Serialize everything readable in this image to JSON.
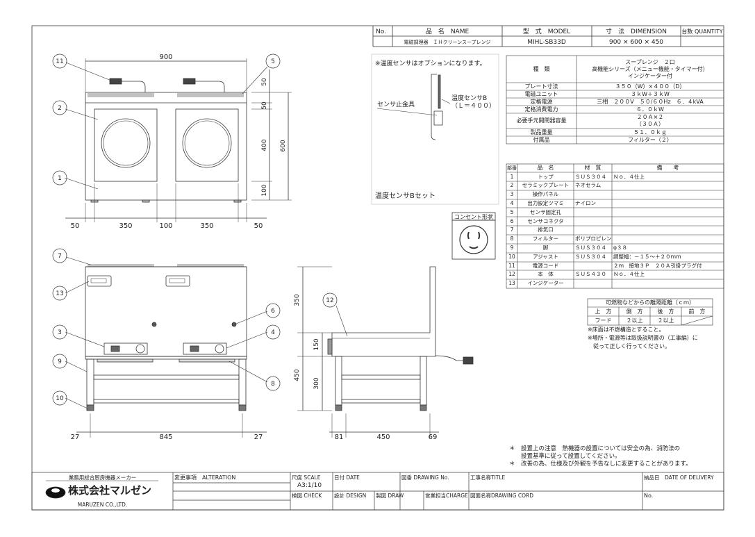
{
  "header": {
    "no_label": "No.",
    "name_label": "品　名　NAME",
    "name_value": "電磁調理器　ＩＨクリーンスープレンジ",
    "model_label": "型　式　MODEL",
    "model_value": "MIHL-SB33D",
    "dimension_label": "寸　法　DIMENSION",
    "dimension_value": "900 × 600 × 450",
    "quantity_label": "台数 QUANTITY"
  },
  "notes": {
    "sensor_option": "※温度センサはオプションになります。",
    "sensor_bracket": "センサ止金具",
    "sensor_b": "温度センサB",
    "sensor_b_length": "（Ｌ＝４００）",
    "sensor_set": "温度センサBセット",
    "outlet_shape": "コンセント形状"
  },
  "specs": [
    {
      "label": "種　類",
      "value": "スープレンジ　２口\n高機能シリーズ（メニュー機能・タイマー付）\nインジケーター付"
    },
    {
      "label": "プレート寸法",
      "value": "３５０（W）×４００（D）"
    },
    {
      "label": "電磁ユニット",
      "value": "３ｋW＋３ｋW"
    },
    {
      "label": "定格電源",
      "value": "三相　２００V　５０/６０Hz　６．４kVA"
    },
    {
      "label": "定格消費電力",
      "value": "６．０ｋW"
    },
    {
      "label": "必要手元開閉器容量",
      "value": "２０Ａ×２\n（３０Ａ）"
    },
    {
      "label": "製品重量",
      "value": "５１．０ｋｇ"
    },
    {
      "label": "付属品",
      "value": "フィルター（２）"
    }
  ],
  "parts_header": {
    "no": "部番",
    "name": "品　名",
    "material": "材　質",
    "remarks": "備　　考"
  },
  "parts": [
    {
      "no": "1",
      "name": "トップ",
      "material": "ＳＵＳ３０４",
      "remarks": "Ｎｏ．４仕上"
    },
    {
      "no": "2",
      "name": "セラミックプレート",
      "material": "ネオセラム",
      "remarks": ""
    },
    {
      "no": "3",
      "name": "操作パネル",
      "material": "",
      "remarks": ""
    },
    {
      "no": "4",
      "name": "出力設定ツマミ",
      "material": "ナイロン",
      "remarks": ""
    },
    {
      "no": "5",
      "name": "センサ固定孔",
      "material": "",
      "remarks": ""
    },
    {
      "no": "6",
      "name": "センサコネクタ",
      "material": "",
      "remarks": ""
    },
    {
      "no": "7",
      "name": "排気口",
      "material": "",
      "remarks": ""
    },
    {
      "no": "8",
      "name": "フィルター",
      "material": "ポリプロピレン",
      "remarks": ""
    },
    {
      "no": "9",
      "name": "脚",
      "material": "ＳＵＳ３０４",
      "remarks": "φ３８"
    },
    {
      "no": "10",
      "name": "アジャスト",
      "material": "ＳＵＳ３０４",
      "remarks": "調整幅：－１５～＋２０ｍｍ"
    },
    {
      "no": "11",
      "name": "電源コード",
      "material": "",
      "remarks": "２ｍ　接地３Ｐ　２０Ａ引掛プラグ付"
    },
    {
      "no": "12",
      "name": "本　体",
      "material": "ＳＵＳ４３０",
      "remarks": "Ｎｏ．４仕上"
    },
    {
      "no": "13",
      "name": "インジケーター",
      "material": "",
      "remarks": ""
    }
  ],
  "clearance": {
    "title": "可燃物などからの離隔距離（ｃｍ）",
    "headers": [
      "上　方",
      "側　方",
      "後　方",
      "前　方"
    ],
    "values": [
      "フード",
      "２以上",
      "２以上",
      ""
    ],
    "note1": "※床面は不燃構造とすること。",
    "note2": "※場所・電源等は取扱説明書の（工事編）に",
    "note3": "　従って正しく行ってください。"
  },
  "install_notes": {
    "line1": "＊　設置上の注意　熱機器の設置については安全の為、消防法の",
    "line2": "　　設置基準に従って設置してください。",
    "line3": "＊　改善の為、仕様及び外観を予告なしに変更することがあります。"
  },
  "dims": {
    "w900": "900",
    "d600": "600",
    "d50a": "50",
    "d50b": "50",
    "d400": "400",
    "d100": "100",
    "b50l": "50",
    "b350l": "350",
    "b100": "100",
    "b350r": "350",
    "b50r": "50",
    "h350": "350",
    "h150": "150",
    "h450": "450",
    "h300": "300",
    "f27l": "27",
    "f845": "845",
    "f27r": "27",
    "s81": "81",
    "s450": "450",
    "s69": "69"
  },
  "balloons": [
    "11",
    "2",
    "1",
    "5",
    "7",
    "13",
    "3",
    "9",
    "10",
    "6",
    "4",
    "8",
    "12"
  ],
  "title_block": {
    "maker_caption": "業務用総合厨房機器メーカー",
    "maker_name": "株式会社マルゼン",
    "maker_roman": "MARUZEN CO.,LTD.",
    "alteration": "変更事項　ALTERATION",
    "scale_label": "尺度 SCALE",
    "scale_value": "A3:1/10",
    "date_label": "日付 DATE",
    "drawing_no_label": "図番 DRAWING No.",
    "title_label": "工事名称TITLE",
    "delivery_label": "納品日　DATE OF DELIVERY",
    "check_label": "検図 CHECK",
    "design_label": "設計 DESIGN",
    "draw_label": "製図 DRAW",
    "charge_label": "営業担当CHARGE",
    "cord_label": "図面名称DRAWING CORD",
    "no_label": "No."
  }
}
